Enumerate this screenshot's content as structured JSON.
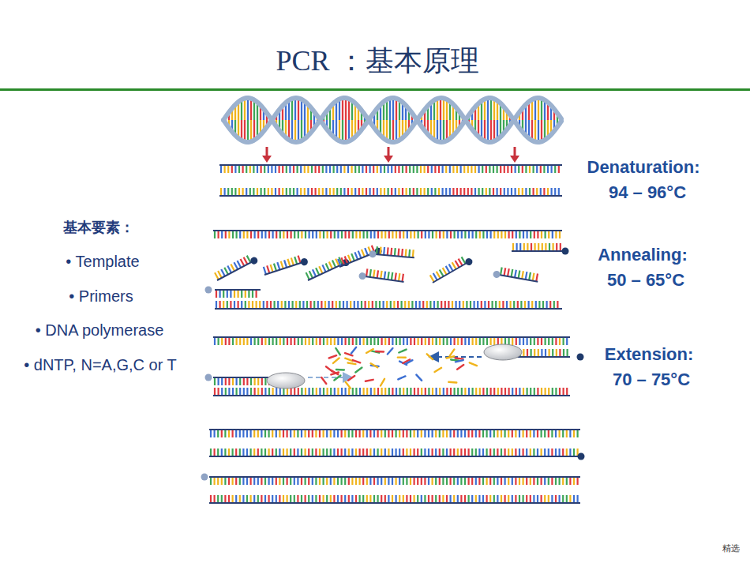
{
  "diagram": {
    "title": "PCR ：基本原理",
    "labels": [
      "基本要素：",
      "• Template",
      "• Primers",
      "• DNA polymerase",
      "• dNTP, N=A,G,C or T",
      "Denaturation:",
      "94 – 96°C",
      "Annealing:",
      "50 – 65°C",
      "Extension:",
      "70 – 75°C",
      "精选"
    ]
  }
}
